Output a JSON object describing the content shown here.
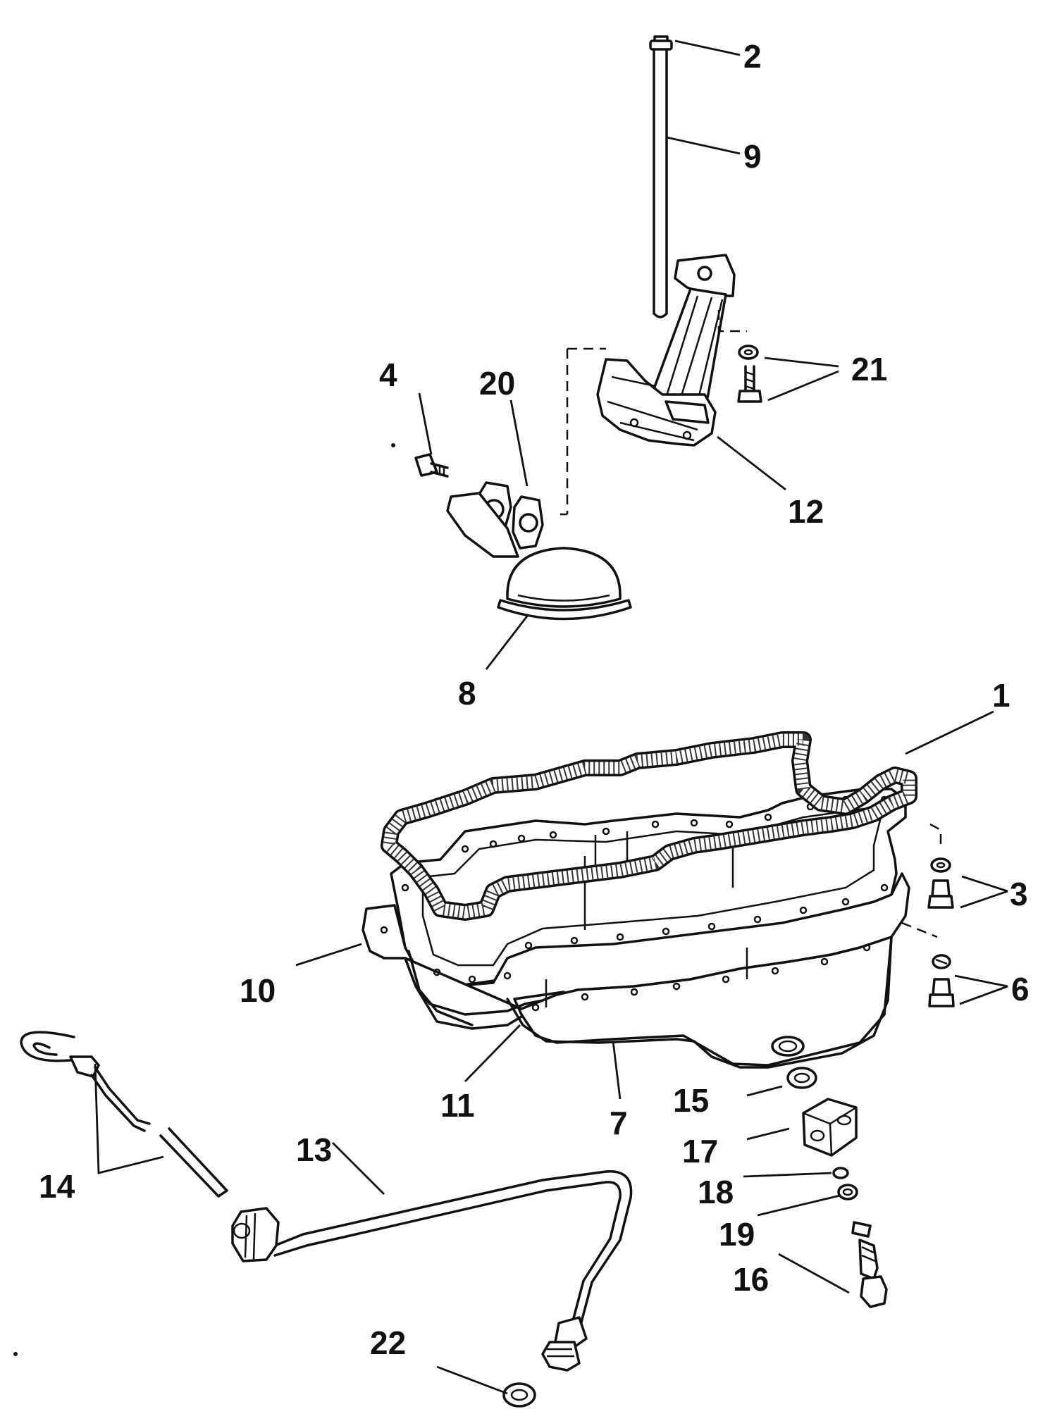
{
  "diagram": {
    "callouts": [
      {
        "id": "1",
        "label": "1"
      },
      {
        "id": "2",
        "label": "2"
      },
      {
        "id": "3",
        "label": "3"
      },
      {
        "id": "4",
        "label": "4"
      },
      {
        "id": "6",
        "label": "6"
      },
      {
        "id": "7",
        "label": "7"
      },
      {
        "id": "8",
        "label": "8"
      },
      {
        "id": "9",
        "label": "9"
      },
      {
        "id": "10",
        "label": "10"
      },
      {
        "id": "11",
        "label": "11"
      },
      {
        "id": "12",
        "label": "12"
      },
      {
        "id": "13",
        "label": "13"
      },
      {
        "id": "14",
        "label": "14"
      },
      {
        "id": "15",
        "label": "15"
      },
      {
        "id": "16",
        "label": "16"
      },
      {
        "id": "17",
        "label": "17"
      },
      {
        "id": "18",
        "label": "18"
      },
      {
        "id": "19",
        "label": "19"
      },
      {
        "id": "20",
        "label": "20"
      },
      {
        "id": "21",
        "label": "21"
      },
      {
        "id": "22",
        "label": "22"
      }
    ]
  }
}
